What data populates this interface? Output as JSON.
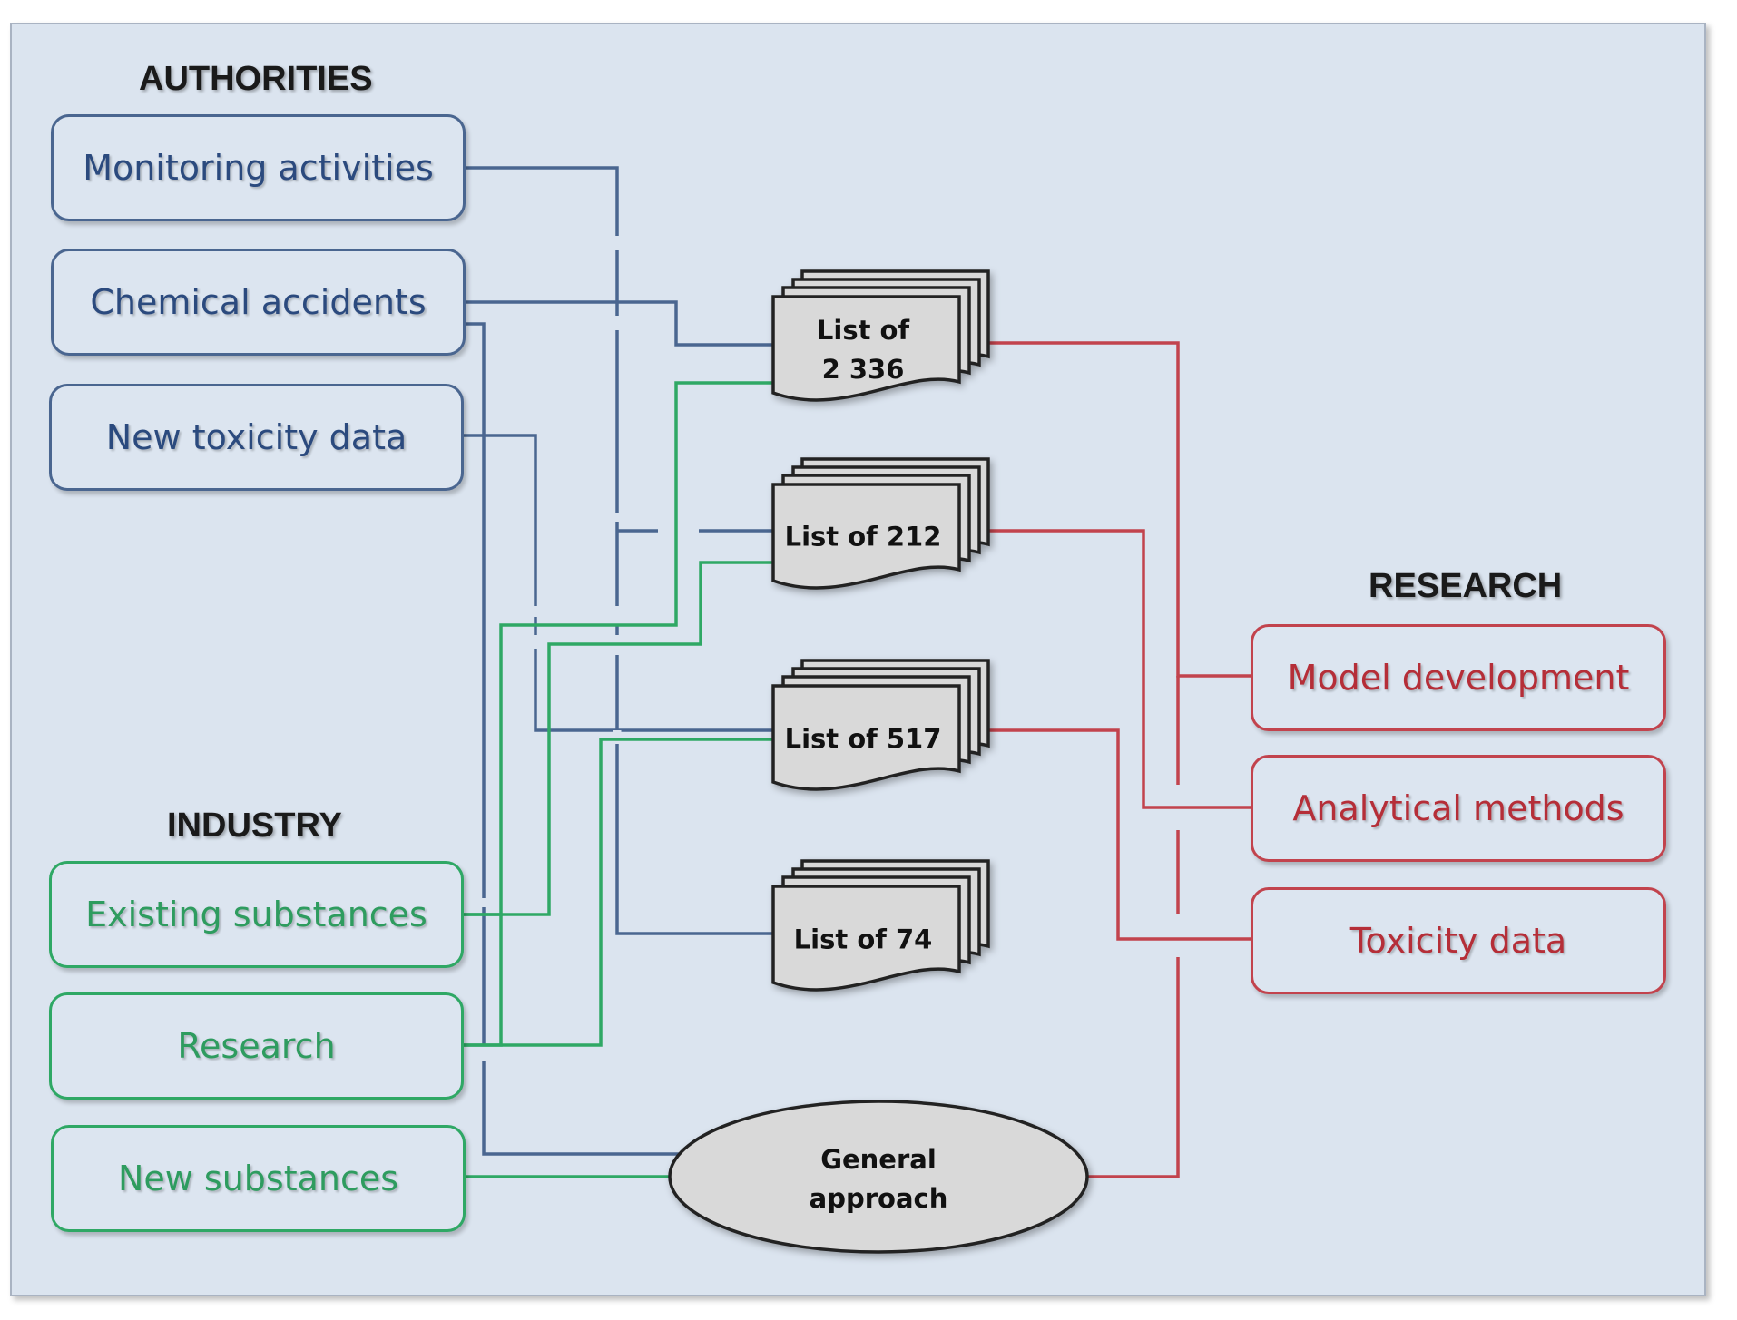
{
  "headings": {
    "authorities": "AUTHORITIES",
    "industry": "INDUSTRY",
    "research": "RESEARCH"
  },
  "authorities": [
    "Monitoring activities",
    "Chemical accidents",
    "New toxicity data"
  ],
  "industry": [
    "Existing substances",
    "Research",
    "New substances"
  ],
  "research": [
    "Model development",
    "Analytical methods",
    "Toxicity data"
  ],
  "lists": {
    "list_2336": {
      "line1": "List of",
      "line2": "2 336"
    },
    "list_212": "List of 212",
    "list_517": "List of 517",
    "list_74": "List of 74"
  },
  "general_approach": {
    "line1": "General",
    "line2": "approach"
  },
  "colors": {
    "authorities": "#4a6690",
    "industry": "#2fa865",
    "research": "#c2434d",
    "panel_background": "#dbe4ef",
    "document_fill": "#d9d9d9"
  }
}
